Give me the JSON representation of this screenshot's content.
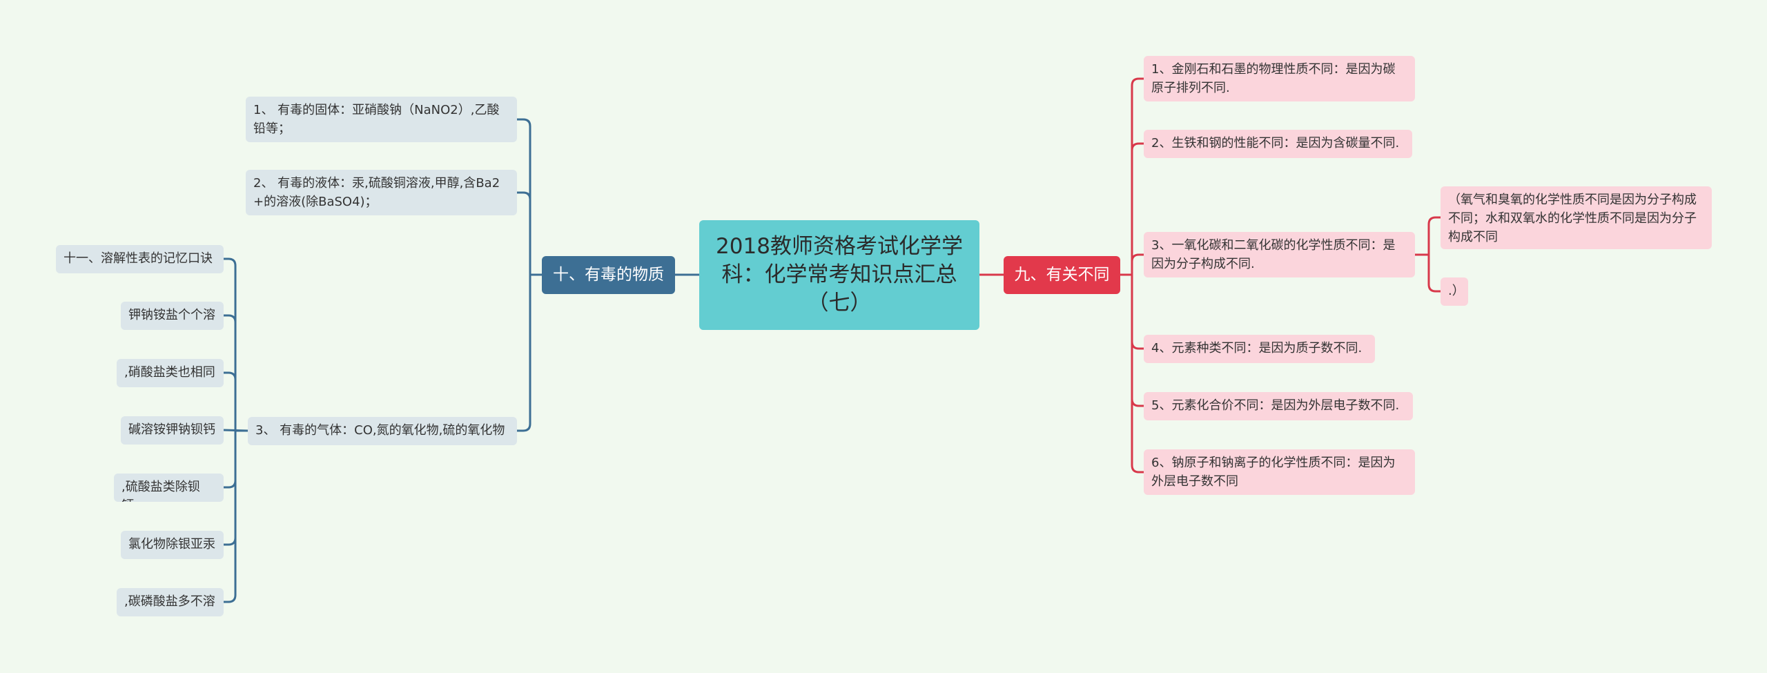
{
  "mindmap": {
    "root": {
      "title": "2018教师资格考试化学学科：化学常考知识点汇总（七）"
    },
    "left_branch": {
      "label": "十、有毒的物质",
      "items": [
        "1、 有毒的固体：亚硝酸钠（NaNO2）,乙酸铅等；",
        "2、 有毒的液体：汞,硫酸铜溶液,甲醇,含Ba2+的溶液(除BaSO4)；",
        "3、 有毒的气体：CO,氮的氧化物,硫的氧化物"
      ]
    },
    "left_sub_branch": {
      "items": [
        "十一、溶解性表的记忆口诀",
        "钾钠铵盐个个溶",
        ",硝酸盐类也相同",
        "碱溶铵钾钠钡钙",
        ",硫酸盐类除钡钙,",
        "氯化物除银亚汞",
        ",碳磷酸盐多不溶"
      ]
    },
    "right_branch": {
      "label": "九、有关不同",
      "items": [
        "1、金刚石和石墨的物理性质不同：是因为碳原子排列不同.",
        "2、生铁和钢的性能不同：是因为含碳量不同.",
        "3、一氧化碳和二氧化碳的化学性质不同：是因为分子构成不同.",
        "4、元素种类不同：是因为质子数不同.",
        "5、元素化合价不同：是因为外层电子数不同.",
        "6、钠原子和钠离子的化学性质不同：是因为外层电子数不同"
      ],
      "sub_items": [
        "（氧气和臭氧的化学性质不同是因为分子构成不同；水和双氧水的化学性质不同是因为分子构成不同",
        ".）"
      ]
    },
    "colors": {
      "background": "#f1f9ef",
      "root": "#63cdd1",
      "left_branch": "#3d6f94",
      "right_branch": "#e2394b",
      "left_node": "#dce6ea",
      "right_node": "#fbd5dc",
      "left_line": "#3d6f94",
      "right_line": "#d8394b"
    }
  }
}
